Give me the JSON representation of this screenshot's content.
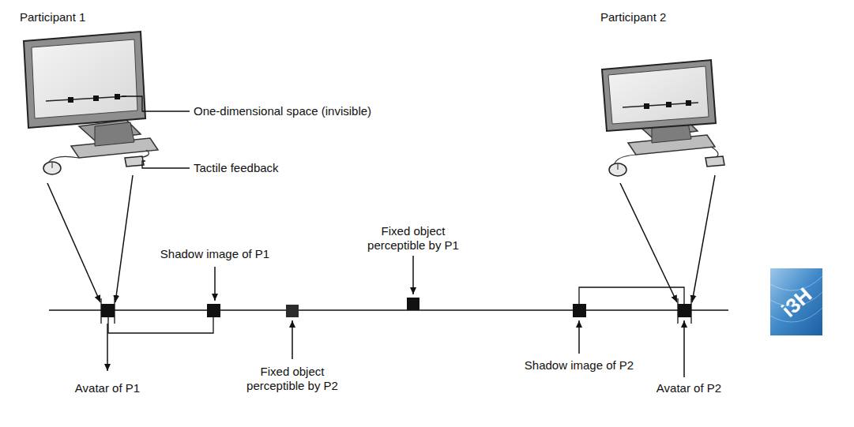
{
  "diagram": {
    "labels": [
      "Participant 1",
      "Participant 2",
      "One-dimensional space (invisible)",
      "Tactile feedback",
      "Shadow image of P1",
      "Fixed object perceptible by P1",
      "Fixed object perceptible by P2",
      "Shadow image of P2",
      "Avatar of P1",
      "Avatar of P2",
      "i3H"
    ]
  }
}
